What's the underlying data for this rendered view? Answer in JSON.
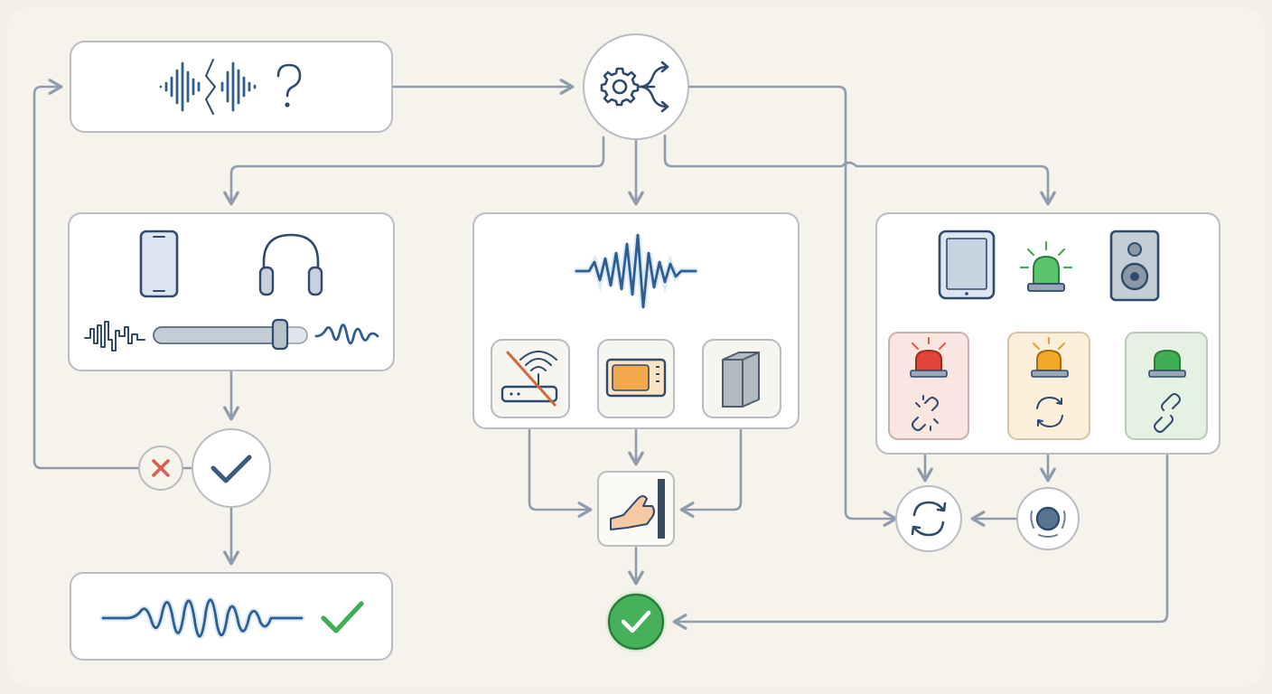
{
  "diagram": {
    "nodes": [
      {
        "id": "problem",
        "icons": [
          "distorted-audio-wave-icon",
          "question-mark-icon"
        ]
      },
      {
        "id": "diagnose",
        "icons": [
          "gear-icon",
          "branch-arrows-icon"
        ]
      },
      {
        "id": "device-check",
        "icons": [
          "smartphone-icon",
          "headphones-icon",
          "noisy-wave-icon",
          "volume-slider-icon",
          "clean-wave-icon"
        ]
      },
      {
        "id": "interference",
        "icons": [
          "jagged-wave-icon",
          "router-crossed-icon",
          "microwave-icon",
          "wall-block-icon"
        ]
      },
      {
        "id": "connection-status",
        "icons": [
          "tablet-icon",
          "green-beacon-icon",
          "speaker-icon",
          "red-beacon-broken-link-icon",
          "amber-beacon-sync-icon",
          "green-beacon-link-icon"
        ]
      },
      {
        "id": "decision",
        "icons": [
          "fail-x-icon",
          "pass-check-icon"
        ]
      },
      {
        "id": "move-away",
        "icons": [
          "hand-wall-icon"
        ]
      },
      {
        "id": "resync",
        "icons": [
          "refresh-icon"
        ]
      },
      {
        "id": "reset-button",
        "icons": [
          "press-button-icon"
        ]
      },
      {
        "id": "resolved-audio",
        "icons": [
          "clear-wave-icon",
          "check-icon"
        ]
      },
      {
        "id": "resolved",
        "icons": [
          "success-check-icon"
        ]
      }
    ],
    "colors": {
      "background": "#f6f3ec",
      "box_border": "#b9bcc1",
      "connector": "#8e9cac",
      "ink": "#2f4a6b",
      "error_red": "#e0453a",
      "warning_amber": "#f0a92a",
      "success_green": "#3fae55",
      "error_tint": "#f9e6e1",
      "warning_tint": "#fbefdc",
      "success_tint": "#e4f1e3"
    }
  }
}
